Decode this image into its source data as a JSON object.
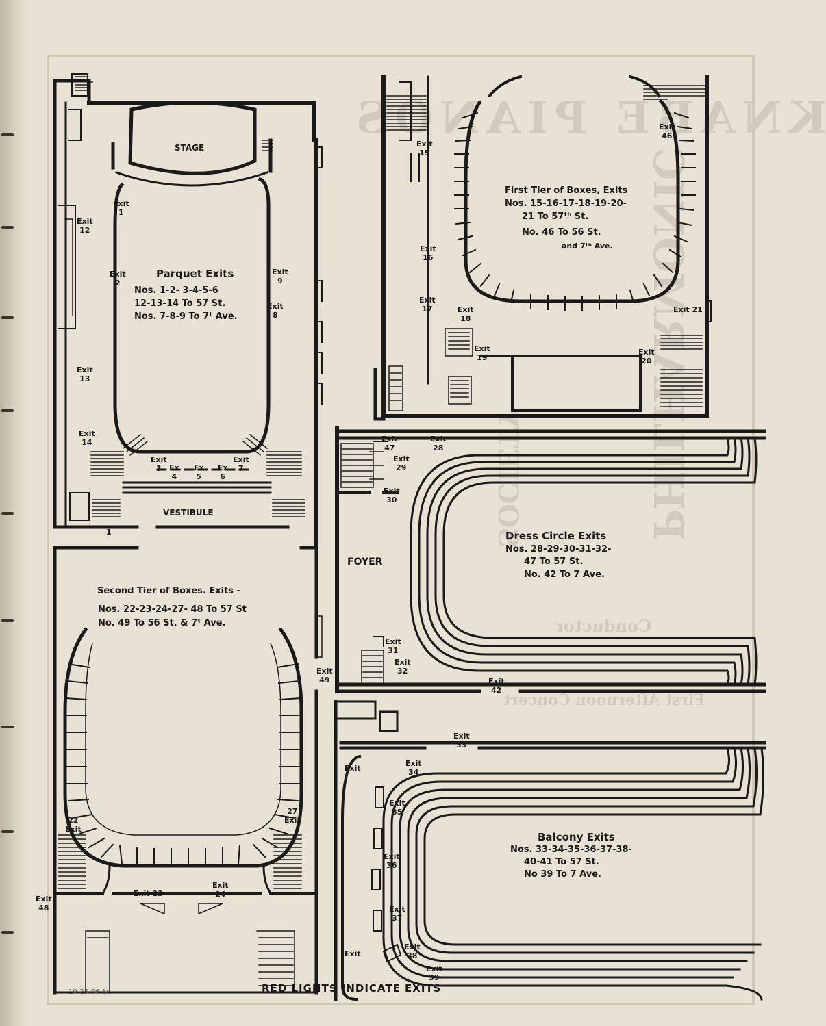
{
  "plans": {
    "parquet": {
      "stage": "STAGE",
      "vestibule": "VESTIBULE",
      "title": "Parquet Exits",
      "line1": "Nos. 1-2- 3-4-5-6",
      "line2": "12-13-14 To 57 St.",
      "line3": "Nos. 7-8-9 To 7ᵗ Ave.",
      "exits": {
        "e1": "Exit\n1",
        "e2": "Exit\n2",
        "e9": "Exit\n9",
        "e8": "Exit\n8",
        "e12": "Exit\n12",
        "e13": "Exit\n13",
        "e14": "Exit\n14",
        "e3": "Exit\n3",
        "e4": "Ex\n4",
        "e5": "Ex\n5",
        "e6": "Ex\n6",
        "e7": "Exit\n7",
        "e1b": "1"
      }
    },
    "first_tier": {
      "title": "First Tier of Boxes, Exits",
      "line1": "Nos. 15-16-17-18-19-20-",
      "line2": "21 To 57ᵗʰ St.",
      "line3": "No. 46 To 56 St.",
      "line4": "and 7ᵗʰ Ave.",
      "exits": {
        "e15": "Exit\n15",
        "e16": "Exit\n16",
        "e17": "Exit\n17",
        "e18": "Exit\n18",
        "e19": "Exit\n19",
        "e20": "Exit\n20",
        "e21": "Exit 21",
        "e46": "Exit\n46"
      }
    },
    "dress_circle": {
      "foyer": "FOYER",
      "title": "Dress Circle Exits",
      "line1": "Nos. 28-29-30-31-32-",
      "line2": "47 To 57 St.",
      "line3": "No. 42 To 7 Ave.",
      "exits": {
        "e47": "Exit\n47",
        "e28": "Exit\n28",
        "e29": "Exit\n29",
        "e30": "Exit\n30",
        "e31": "Exit\n31",
        "e32": "Exit\n32",
        "e42": "Exit\n42"
      }
    },
    "second_tier": {
      "title": "Second Tier of Boxes. Exits -",
      "line1": "Nos. 22-23-24-27- 48 To 57 St",
      "line2": "No. 49 To 56 St. & 7ᵗ Ave.",
      "exits": {
        "e49": "Exit\n49",
        "e27": "27\nExit",
        "e22": "22\nExit",
        "e48": "Exit\n48",
        "e23": "Exit 23",
        "e24": "Exit\n24"
      }
    },
    "balcony": {
      "title": "Balcony Exits",
      "line1": "Nos. 33-34-35-36-37-38-",
      "line2": "40-41 To 57 St.",
      "line3": "No 39 To 7 Ave.",
      "exits": {
        "e33": "Exit\n33",
        "e34": "Exit\n34",
        "e35": "Exit\n35",
        "e36": "Exit\n36",
        "e37": "Exit\n37",
        "e38": "Exit\n38",
        "e39": "Exit\n39",
        "e40": "Exit",
        "e41": "Exit"
      }
    }
  },
  "footer": {
    "caption": "RED LIGHTS INDICATE EXITS",
    "archive_note": "10-25-06.1c"
  },
  "bleed_through": {
    "heading": "KNABE PIANOS",
    "philharmonic": "PHILHARMONIC",
    "society": "SOCIETY",
    "concert": "First Afternoon Concert",
    "conductor": "Conductor"
  }
}
